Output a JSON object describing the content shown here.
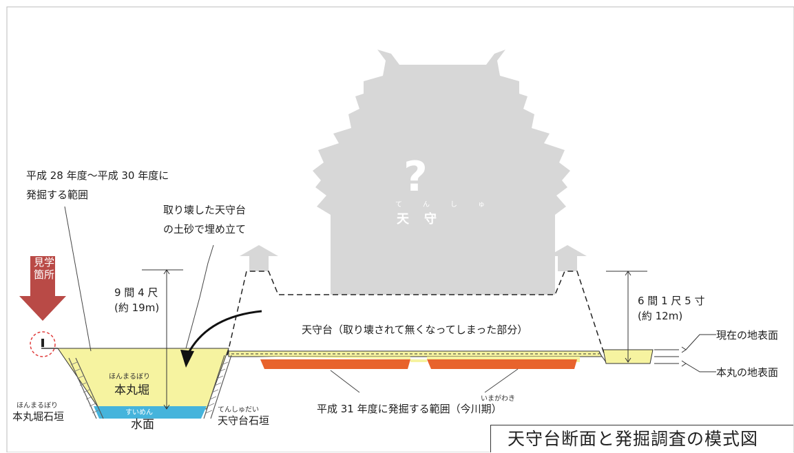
{
  "title": "天守台断面と発掘調査の模式図",
  "viewing_point": "見学箇所",
  "tenshu": {
    "label": "天守",
    "ruby": "てんしゅ",
    "mark": "?"
  },
  "excavation_2016_2018": {
    "line1": "平成 28 年度〜平成 30 年度に",
    "line2": "発掘する範囲"
  },
  "fill_note": {
    "line1": "取り壊した天守台",
    "line2": "の土砂で埋め立て"
  },
  "height_left": {
    "line1": "9 間 4 尺",
    "line2": "(約 19m)"
  },
  "height_right": {
    "line1": "6 間 1 尺 5 寸",
    "line2": "(約 12m)"
  },
  "tenshudai": "天守台（取り壊されて無くなってしまった部分）",
  "current_surface": "現在の地表面",
  "honmaru_surface": "本丸の地表面",
  "honmaru_moat": {
    "label": "本丸堀",
    "ruby": "ほんまるぼり"
  },
  "moat_wall": {
    "label": "本丸堀石垣",
    "ruby": "ほんまるぼり"
  },
  "water": {
    "label": "水面",
    "ruby": "すいめん"
  },
  "tenshudai_wall": {
    "label": "天守台石垣",
    "ruby": "てんしゅだい"
  },
  "excavation_2019": {
    "label": "平成 31 年度に発掘する範囲（今川期）",
    "ruby": "いまがわき"
  },
  "colors": {
    "silhouette": "#d7d7d7",
    "moat_fill": "#f6f3a0",
    "water": "#45b4dc",
    "excavation": "#e8632c",
    "arrow": "#b94a46",
    "circle": "#e03c3c"
  }
}
